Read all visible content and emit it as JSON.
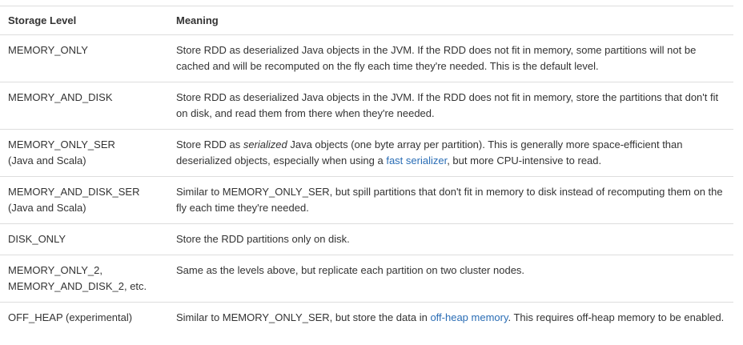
{
  "headers": {
    "storage_level": "Storage Level",
    "meaning": "Meaning"
  },
  "rows": [
    {
      "level_lines": [
        "MEMORY_ONLY"
      ],
      "meaning": [
        {
          "text": "Store RDD as deserialized Java objects in the JVM. If the RDD does not fit in memory, some partitions will not be cached and will be recomputed on the fly each time they're needed. This is the default level."
        }
      ]
    },
    {
      "level_lines": [
        "MEMORY_AND_DISK"
      ],
      "meaning": [
        {
          "text": "Store RDD as deserialized Java objects in the JVM. If the RDD does not fit in memory, store the partitions that don't fit on disk, and read them from there when they're needed."
        }
      ]
    },
    {
      "level_lines": [
        "MEMORY_ONLY_SER",
        "(Java and Scala)"
      ],
      "meaning": [
        {
          "text": "Store RDD as "
        },
        {
          "text": "serialized",
          "style": "em"
        },
        {
          "text": " Java objects (one byte array per partition). This is generally more space-efficient than deserialized objects, especially when using a "
        },
        {
          "text": "fast serializer",
          "style": "link"
        },
        {
          "text": ", but more CPU-intensive to read."
        }
      ]
    },
    {
      "level_lines": [
        "MEMORY_AND_DISK_SER",
        "(Java and Scala)"
      ],
      "meaning": [
        {
          "text": "Similar to MEMORY_ONLY_SER, but spill partitions that don't fit in memory to disk instead of recomputing them on the fly each time they're needed."
        }
      ]
    },
    {
      "level_lines": [
        "DISK_ONLY"
      ],
      "meaning": [
        {
          "text": "Store the RDD partitions only on disk."
        }
      ]
    },
    {
      "level_lines": [
        "MEMORY_ONLY_2,",
        "MEMORY_AND_DISK_2, etc."
      ],
      "meaning": [
        {
          "text": "Same as the levels above, but replicate each partition on two cluster nodes."
        }
      ]
    },
    {
      "level_lines": [
        "OFF_HEAP (experimental)"
      ],
      "meaning": [
        {
          "text": "Similar to MEMORY_ONLY_SER, but store the data in "
        },
        {
          "text": "off-heap memory",
          "style": "link"
        },
        {
          "text": ". This requires off-heap memory to be enabled."
        }
      ]
    }
  ],
  "colors": {
    "text": "#333333",
    "link": "#2a6db5",
    "border": "#dddddd"
  }
}
